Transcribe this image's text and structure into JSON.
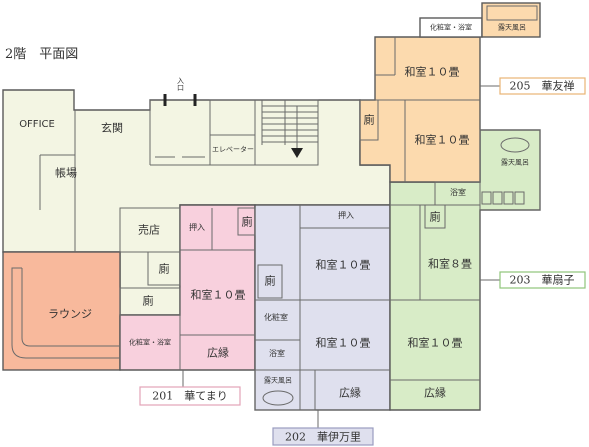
{
  "title": "2階　平面図",
  "colors": {
    "common": "#f3f5e3",
    "lounge": "#f8b99c",
    "room201": "#f8d0dd",
    "room202": "#dfe0ee",
    "room203": "#d8ecc7",
    "room205": "#fcdaae"
  },
  "common": {
    "entrance": "入口",
    "office": "OFFICE",
    "genkan": "玄関",
    "chouba": "帳場",
    "elevator": "エレベーター",
    "shop": "売店",
    "toilet_a": "廁",
    "toilet_b": "廁",
    "lounge": "ラウンジ"
  },
  "rooms": {
    "r201": {
      "label": "201　華てまり",
      "oshiire": "押入",
      "toilet": "廁",
      "washitsu": "和室１０畳",
      "powder_bath": "化粧室・浴室",
      "hiroen": "広縁"
    },
    "r202": {
      "label": "202　華伊万里",
      "oshiire": "押入",
      "washitsu_a": "和室１０畳",
      "washitsu_b": "和室１０畳",
      "toilet": "廁",
      "powder": "化粧室",
      "bath": "浴室",
      "hiroen": "広縁",
      "rotenburo": "露天風呂"
    },
    "r203": {
      "label": "203　華扇子",
      "bath": "浴室",
      "toilet": "廁",
      "washitsu_8": "和室８畳",
      "washitsu_10": "和室１０畳",
      "hiroen": "広縁",
      "rotenburo": "露天風呂"
    },
    "r205": {
      "label": "205　華友禅",
      "powder_bath": "化粧室・浴室",
      "rotenburo": "露天風呂",
      "washitsu_a": "和室１０畳",
      "washitsu_b": "和室１０畳",
      "toilet": "廁"
    }
  }
}
